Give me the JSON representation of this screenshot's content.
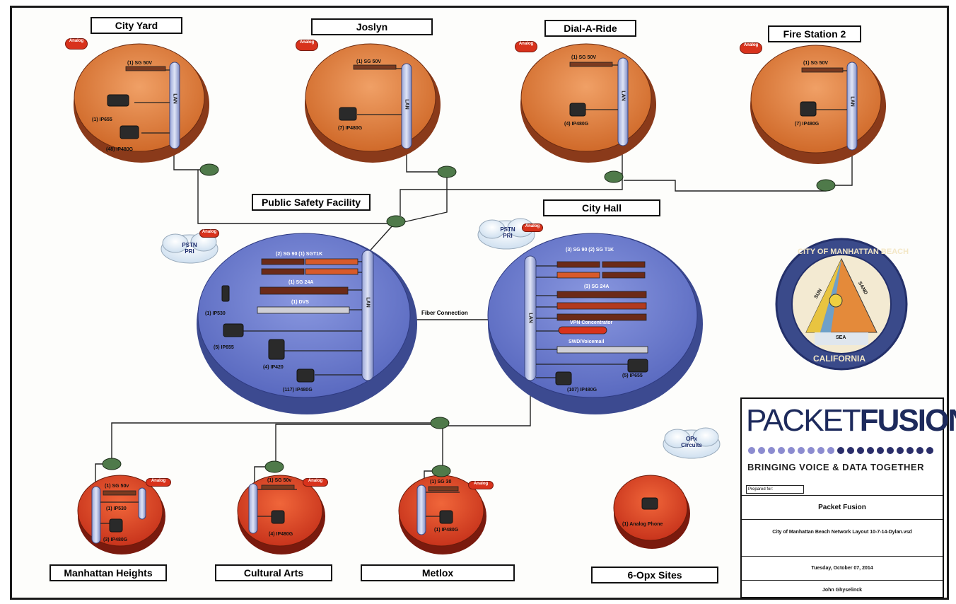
{
  "sites": {
    "city_yard": "City Yard",
    "joslyn": "Joslyn",
    "dial_a_ride": "Dial-A-Ride",
    "fire_station_2": "Fire Station 2",
    "public_safety": "Public Safety Facility",
    "city_hall": "City Hall",
    "manhattan_heights": "Manhattan Heights",
    "cultural_arts": "Cultural Arts",
    "metlox": "Metlox",
    "opx_sites": "6-Opx Sites"
  },
  "small_labels": {
    "lan": "LAN",
    "city_yard_sg": "(1) SG 50V",
    "city_yard_ip655": "(1) IP655",
    "city_yard_ip480": "(48) IP480G",
    "joslyn_sg": "(1) SG 50V",
    "joslyn_ip480": "(7) IP480G",
    "dar_sg": "(1) SG 50V",
    "dar_ip480": "(4) IP480G",
    "fs2_sg": "(1) SG 50V",
    "fs2_ip480": "(7) IP480G",
    "ps_sg": "(2) SG 90 (1) SGT1K",
    "ps_sg24": "(1) SG 24A",
    "ps_dvs": "(1) DVS",
    "ps_ip530": "(1) IP530",
    "ps_ip655": "(5) IP655",
    "ps_ip420": "(4) IP420",
    "ps_ip480": "(117) IP480G",
    "ch_sg": "(3) SG 90 (2) SG T1K",
    "ch_sg24": "(3) SG 24A",
    "ch_vpn": "VPN Concentrator",
    "ch_swd": "SWD/Voicemail",
    "ch_ip655": "(5) IP655",
    "ch_ip480": "(107) IP480G",
    "mh_sg": "(1) SG 50v",
    "mh_ip530": "(1) IP530",
    "mh_ip480": "(3) IP480G",
    "ca_sg": "(1) SG 50v",
    "ca_ip480": "(4) IP480G",
    "ml_sg": "(1) SG 30",
    "ml_ip480": "(1) IP480G",
    "opx_phone": "(1) Analog Phone",
    "fiber": "Fiber Connection",
    "pstn1": "PSTN PRI",
    "pstn2": "PSTN PRI",
    "opx_cloud": "OPx Circuits",
    "analog": "Analog"
  },
  "seal": {
    "top": "CITY OF MANHATTAN BEACH",
    "bottom": "CALIFORNIA",
    "sun": "SUN",
    "sand": "SAND",
    "sea": "SEA"
  },
  "titleblock": {
    "logo_packet": "PACKET",
    "logo_fusion": "FUSION",
    "tagline": "BRINGING VOICE & DATA TOGETHER",
    "prepared_by": "Prepared for:",
    "company": "Packet Fusion",
    "doc": "City of Manhattan Beach Network Layout 10-7-14-Dylan.vsd",
    "date": "Tuesday, October 07, 2014",
    "author": "John Ghyselinck"
  },
  "colors": {
    "orange_site": "#e07a3a",
    "red_site": "#e0442a",
    "blue_site": "#6f7fd0",
    "router": "#4f7a4a"
  }
}
